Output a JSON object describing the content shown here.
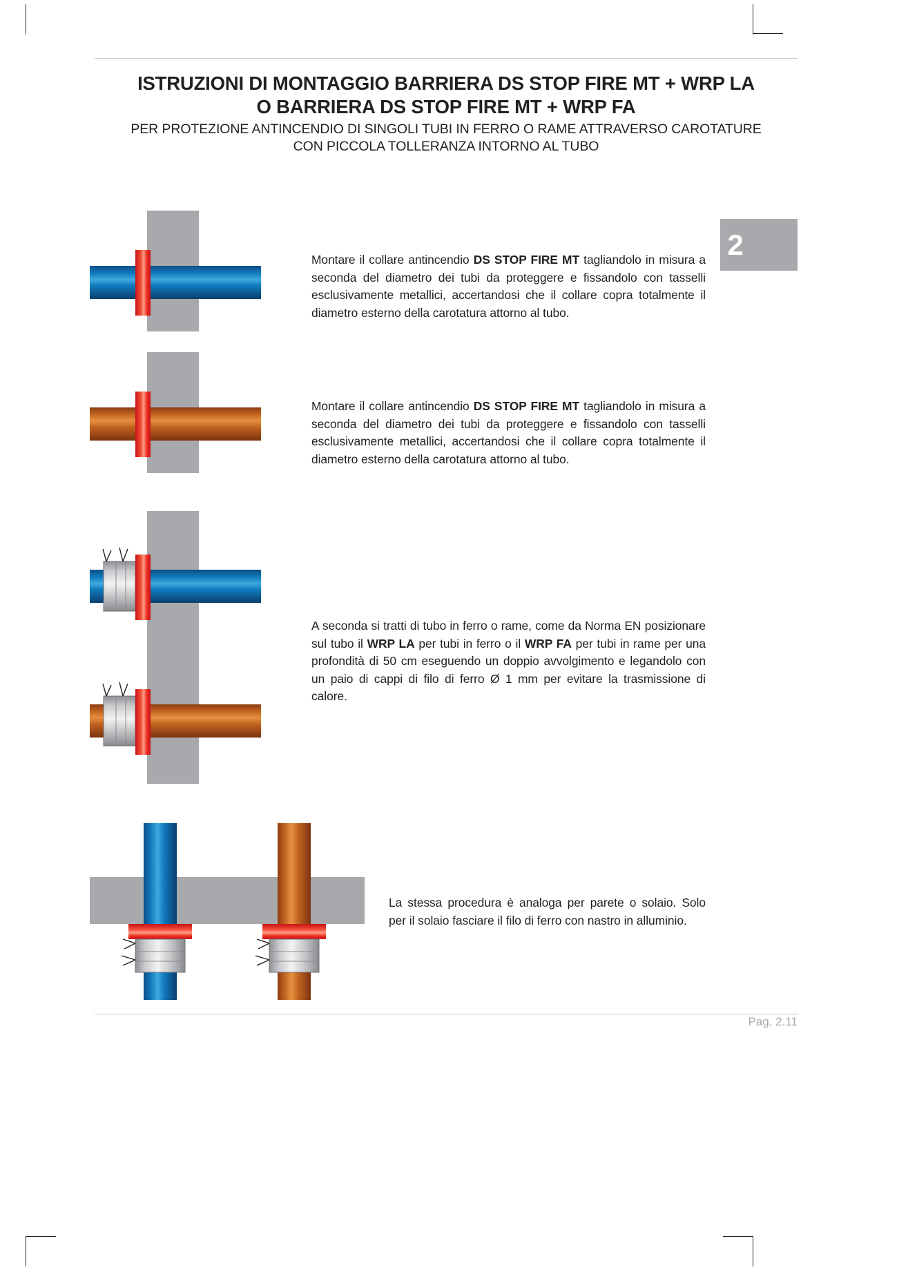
{
  "document": {
    "title_lines": [
      "ISTRUZIONI DI MONTAGGIO BARRIERA DS STOP FIRE MT + WRP LA",
      "O BARRIERA DS STOP FIRE MT + WRP FA"
    ],
    "subtitle_lines": [
      "PER PROTEZIONE ANTINCENDIO DI SINGOLI TUBI IN FERRO O RAME ATTRAVERSO CAROTATURE",
      "CON PICCOLA TOLLERANZA INTORNO AL TUBO"
    ],
    "section_tab": "2",
    "footer_page": "Pag. 2.11"
  },
  "paragraphs": {
    "p1": {
      "before": "Montare il collare antincendio ",
      "bold": "DS STOP FIRE MT",
      "after": " tagliandolo in misura a seconda del diametro dei tubi da proteggere e fissandolo con tasselli esclusivamente metallici, accertandosi che il collare copra totalmente il diametro esterno della carotatura attorno al tubo."
    },
    "p2": {
      "before": "Montare il collare antincendio ",
      "bold": "DS STOP FIRE MT",
      "after": " tagliandolo in misura a seconda del diametro dei tubi da proteggere e fissandolo con tasselli esclusivamente metallici, accertandosi che il collare copra totalmente il diametro esterno della carotatura attorno al tubo."
    },
    "p3": {
      "seg1": "A seconda si tratti di tubo in ferro o rame, come da Norma EN posizionare sul tubo il ",
      "bold1": "WRP LA",
      "seg2": " per tubi in ferro o il ",
      "bold2": "WRP FA",
      "seg3": " per tubi in rame per una profondità di 50 cm eseguendo un doppio avvolgimento e legandolo con un paio di cappi di filo di ferro Ø 1 mm per evitare la trasmissione di calore."
    },
    "p4": {
      "text": "La stessa procedura è analoga per parete o solaio. Solo per il solaio fasciare il filo di ferro con nastro in alluminio."
    }
  },
  "figures": [
    {
      "id": "fig-1",
      "caption_ref": "p1",
      "description": "Tubo in ferro (blu) orizzontale attraverso parete con collare rosso DS STOP FIRE MT",
      "pipe_color": "#0b6fb4",
      "pipe_material": "ferro",
      "wall_color": "#a7a9ac",
      "collar_color": "#ed1c24",
      "orientation": "horizontal"
    },
    {
      "id": "fig-2",
      "caption_ref": "p2",
      "description": "Tubo in rame (arancio) orizzontale attraverso parete con collare rosso DS STOP FIRE MT",
      "pipe_color": "#c1571a",
      "pipe_material": "rame",
      "wall_color": "#a7a9ac",
      "collar_color": "#ed1c24",
      "orientation": "horizontal"
    },
    {
      "id": "fig-3",
      "caption_ref": "p3",
      "description": "Tubo in ferro (blu) con collare rosso e avvolgimento WRP LA grigio legato con filo di ferro",
      "pipe_color": "#0b6fb4",
      "pipe_material": "ferro",
      "wall_color": "#a7a9ac",
      "collar_color": "#ed1c24",
      "wrap_color": "#d9dadb",
      "wrap_label": "WRP LA",
      "orientation": "horizontal"
    },
    {
      "id": "fig-4",
      "caption_ref": "p3",
      "description": "Tubo in rame (arancio) con collare rosso e avvolgimento WRP FA grigio legato con filo di ferro",
      "pipe_color": "#c1571a",
      "pipe_material": "rame",
      "wall_color": "#a7a9ac",
      "collar_color": "#ed1c24",
      "wrap_color": "#d9dadb",
      "wrap_label": "WRP FA",
      "orientation": "horizontal"
    },
    {
      "id": "fig-5",
      "caption_ref": "p4",
      "description": "Tubo in ferro (blu) verticale attraverso solaio con collare rosso e avvolgimento WRP LA",
      "pipe_color": "#0b6fb4",
      "pipe_material": "ferro",
      "wall_color": "#a7a9ac",
      "collar_color": "#ed1c24",
      "wrap_color": "#d9dadb",
      "orientation": "vertical"
    },
    {
      "id": "fig-6",
      "caption_ref": "p4",
      "description": "Tubo in rame (arancio) verticale attraverso solaio con collare rosso e avvolgimento WRP FA",
      "pipe_color": "#c1571a",
      "pipe_material": "rame",
      "wall_color": "#a7a9ac",
      "collar_color": "#ed1c24",
      "wrap_color": "#d9dadb",
      "orientation": "vertical"
    }
  ],
  "colors": {
    "text": "#231f20",
    "rule": "#c8c8c8",
    "tab_grey": "#a7a9ac",
    "footer_grey": "#a7a9ac",
    "iron_blue": "#0b6fb4",
    "copper_orange": "#c1571a",
    "collar_red": "#ed1c24",
    "wall_grey": "#a7a9ac",
    "wrap_grey": "#d9dadb"
  }
}
